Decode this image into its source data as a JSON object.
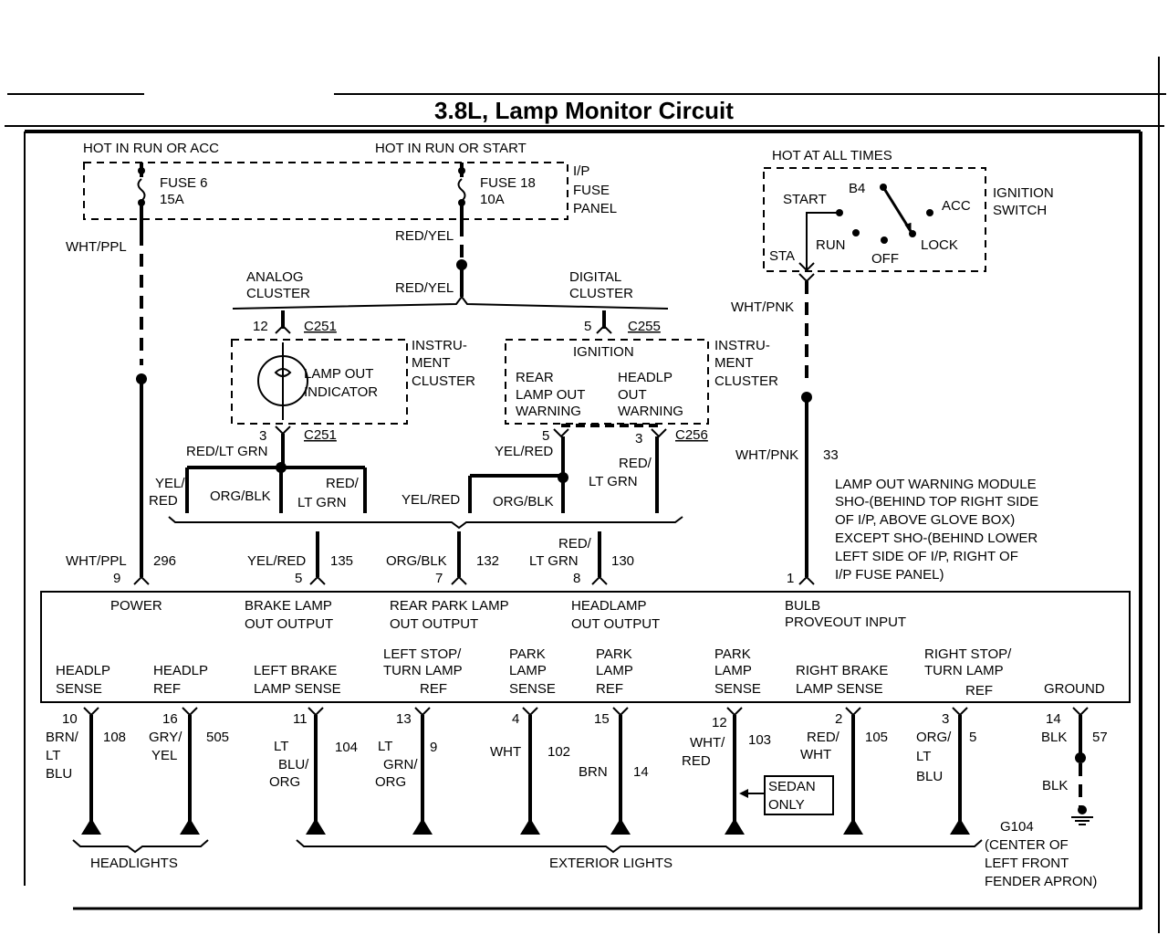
{
  "title": "3.8L, Lamp Monitor Circuit",
  "top": {
    "hot_run_acc": "HOT IN RUN OR ACC",
    "hot_run_start": "HOT IN RUN OR START",
    "hot_all": "HOT AT ALL TIMES",
    "fuse6": [
      "FUSE 6",
      "15A"
    ],
    "fuse18": [
      "FUSE 18",
      "10A"
    ],
    "fuse_panel": [
      "I/P",
      "FUSE",
      "PANEL"
    ],
    "ign_switch": [
      "IGNITION",
      "SWITCH"
    ],
    "ign_labels": {
      "start": "START",
      "b4": "B4",
      "acc": "ACC",
      "run": "RUN",
      "lock": "LOCK",
      "off": "OFF",
      "sta": "STA"
    }
  },
  "wires": {
    "wht_ppl": "WHT/PPL",
    "red_yel": "RED/YEL",
    "wht_pnk": "WHT/PNK",
    "red_lt_grn": "RED/LT GRN",
    "yel_red": "YEL/RED",
    "org_blk": "ORG/BLK",
    "yel_slash": "YEL/",
    "red": "RED",
    "red_slash": "RED/",
    "lt_grn": "LT GRN",
    "wht_pnk_33": "33"
  },
  "clusters": {
    "analog": [
      "ANALOG",
      "CLUSTER"
    ],
    "digital": [
      "DIGITAL",
      "CLUSTER"
    ],
    "c251": "C251",
    "c255": "C255",
    "c256": "C256",
    "pin12": "12",
    "pin3": "3",
    "pin5a": "5",
    "pin5b": "5",
    "pin3b": "3",
    "instrument": [
      "INSTRU-",
      "MENT",
      "CLUSTER"
    ],
    "lamp_out": [
      "LAMP OUT",
      "INDICATOR"
    ],
    "ignition": "IGNITION",
    "rear_lamp": [
      "REAR",
      "LAMP OUT",
      "WARNING"
    ],
    "headlp_out": [
      "HEADLP",
      "OUT",
      "WARNING"
    ]
  },
  "module_note": [
    "LAMP OUT WARNING MODULE",
    "SHO-(BEHIND TOP RIGHT SIDE",
    "OF I/P, ABOVE GLOVE BOX)",
    "EXCEPT SHO-(BEHIND LOWER",
    "LEFT SIDE OF I/P, RIGHT OF",
    "I/P FUSE PANEL)"
  ],
  "module_inputs": [
    {
      "wire": "WHT/PPL",
      "circuit": "296",
      "pin": "9",
      "func": [
        "POWER"
      ]
    },
    {
      "wire": "YEL/RED",
      "circuit": "135",
      "pin": "5",
      "func": [
        "BRAKE LAMP",
        "OUT OUTPUT"
      ]
    },
    {
      "wire": "ORG/BLK",
      "circuit": "132",
      "pin": "7",
      "func": [
        "REAR PARK LAMP",
        "OUT OUTPUT"
      ]
    },
    {
      "wire": "LT GRN",
      "wire_top": "RED/",
      "circuit": "130",
      "pin": "8",
      "func": [
        "HEADLAMP",
        "OUT OUTPUT"
      ]
    },
    {
      "pin": "1",
      "func": [
        "BULB",
        "PROVEOUT INPUT"
      ]
    }
  ],
  "module_outputs": [
    {
      "func": [
        "HEADLP",
        "SENSE"
      ],
      "pin": "10",
      "wire": [
        "BRN/",
        "LT",
        "BLU"
      ],
      "circuit": "108"
    },
    {
      "func": [
        "HEADLP",
        "REF"
      ],
      "pin": "16",
      "wire": [
        "GRY/",
        "YEL"
      ],
      "circuit": "505"
    },
    {
      "func": [
        "LEFT BRAKE",
        "LAMP SENSE"
      ],
      "pin": "11",
      "wire": [
        "LT",
        "BLU/",
        "ORG"
      ],
      "circuit": "104"
    },
    {
      "func": [
        "LEFT STOP/",
        "TURN LAMP",
        "REF"
      ],
      "pin": "13",
      "wire": [
        "LT",
        "GRN/",
        "ORG"
      ],
      "circuit": "9"
    },
    {
      "func": [
        "PARK",
        "LAMP",
        "SENSE"
      ],
      "pin": "4",
      "wire": [
        "WHT"
      ],
      "circuit": "102"
    },
    {
      "func": [
        "PARK",
        "LAMP",
        "REF"
      ],
      "pin": "15",
      "wire": [
        "BRN"
      ],
      "circuit": "14"
    },
    {
      "func": [
        "PARK",
        "LAMP",
        "SENSE"
      ],
      "pin": "12",
      "wire": [
        "WHT/",
        "RED"
      ],
      "circuit": "103"
    },
    {
      "func": [
        "RIGHT BRAKE",
        "LAMP SENSE"
      ],
      "pin": "2",
      "wire": [
        "RED/",
        "WHT"
      ],
      "circuit": "105"
    },
    {
      "func": [
        "RIGHT STOP/",
        "TURN LAMP",
        "REF"
      ],
      "pin": "3",
      "wire": [
        "ORG/",
        "LT",
        "BLU"
      ],
      "circuit": "5"
    },
    {
      "func": [
        "GROUND"
      ],
      "pin": "14",
      "wire": [
        "BLK"
      ],
      "circuit": "57"
    }
  ],
  "sedan_only": [
    "SEDAN",
    "ONLY"
  ],
  "ground": {
    "blk": "BLK",
    "g104": [
      "G104",
      "(CENTER OF",
      "LEFT FRONT",
      "FENDER APRON)"
    ]
  },
  "groups": {
    "headlights": "HEADLIGHTS",
    "exterior": "EXTERIOR LIGHTS"
  }
}
